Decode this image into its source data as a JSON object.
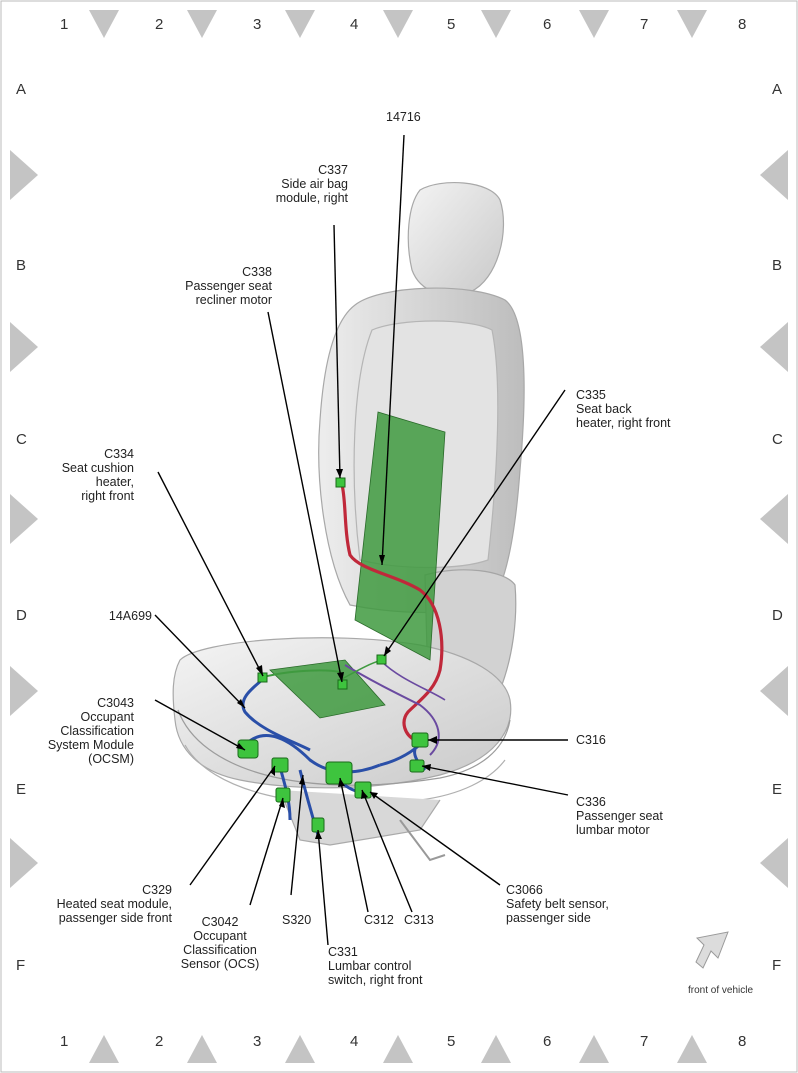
{
  "grid": {
    "columns": [
      "1",
      "2",
      "3",
      "4",
      "5",
      "6",
      "7",
      "8"
    ],
    "rows": [
      "A",
      "B",
      "C",
      "D",
      "E",
      "F"
    ]
  },
  "labels": {
    "p14716": [
      "14716"
    ],
    "c337": [
      "C337",
      "Side air bag",
      "module, right"
    ],
    "c338": [
      "C338",
      "Passenger seat",
      "recliner motor"
    ],
    "c335": [
      "C335",
      "Seat back",
      "heater, right front"
    ],
    "c334": [
      "C334",
      "Seat cushion",
      "heater,",
      "right front"
    ],
    "p14a699": [
      "14A699"
    ],
    "c3043": [
      "C3043",
      "Occupant",
      "Classification",
      "System Module",
      "(OCSM)"
    ],
    "c316": [
      "C316"
    ],
    "c336": [
      "C336",
      "Passenger seat",
      "lumbar motor"
    ],
    "c3066": [
      "C3066",
      "Safety belt sensor,",
      "passenger side"
    ],
    "c329": [
      "C329",
      "Heated seat module,",
      "passenger side front"
    ],
    "c3042": [
      "C3042",
      "Occupant",
      "Classification",
      "Sensor (OCS)"
    ],
    "s320": [
      "S320"
    ],
    "c312": [
      "C312"
    ],
    "c313": [
      "C313"
    ],
    "c331": [
      "C331",
      "Lumbar control",
      "switch, right front"
    ]
  },
  "front_of_vehicle": "front of vehicle"
}
